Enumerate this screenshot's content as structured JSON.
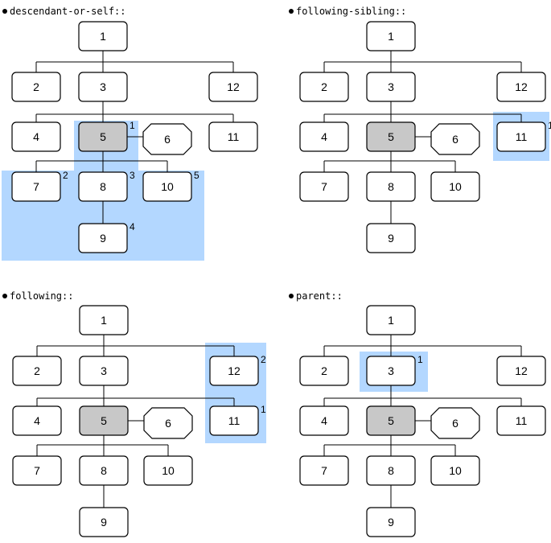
{
  "colors": {
    "highlight": "#b3d7ff",
    "context_node": "#c8c8c8",
    "node": "#ffffff",
    "stroke": "#000000"
  },
  "panels": [
    {
      "id": "descendant-or-self",
      "title": "descendant-or-self::",
      "highlights": [
        {
          "region": "panel1_region_a"
        },
        {
          "region": "panel1_region_b"
        }
      ],
      "nodes": [
        {
          "id": "1",
          "label": "1",
          "shape": "rect"
        },
        {
          "id": "2",
          "label": "2",
          "shape": "rect"
        },
        {
          "id": "3",
          "label": "3",
          "shape": "rect"
        },
        {
          "id": "12",
          "label": "12",
          "shape": "rect"
        },
        {
          "id": "4",
          "label": "4",
          "shape": "rect"
        },
        {
          "id": "5",
          "label": "5",
          "shape": "rect",
          "context": true,
          "index": "1"
        },
        {
          "id": "6",
          "label": "6",
          "shape": "oct"
        },
        {
          "id": "11",
          "label": "11",
          "shape": "rect"
        },
        {
          "id": "7",
          "label": "7",
          "shape": "rect",
          "index": "2"
        },
        {
          "id": "8",
          "label": "8",
          "shape": "rect",
          "index": "3"
        },
        {
          "id": "10",
          "label": "10",
          "shape": "rect",
          "index": "5"
        },
        {
          "id": "9",
          "label": "9",
          "shape": "rect",
          "index": "4"
        }
      ]
    },
    {
      "id": "following-sibling",
      "title": "following-sibling::",
      "highlights": [
        {
          "region": "node_11"
        }
      ],
      "nodes": [
        {
          "id": "1",
          "label": "1",
          "shape": "rect"
        },
        {
          "id": "2",
          "label": "2",
          "shape": "rect"
        },
        {
          "id": "3",
          "label": "3",
          "shape": "rect"
        },
        {
          "id": "12",
          "label": "12",
          "shape": "rect"
        },
        {
          "id": "4",
          "label": "4",
          "shape": "rect"
        },
        {
          "id": "5",
          "label": "5",
          "shape": "rect",
          "context": true
        },
        {
          "id": "6",
          "label": "6",
          "shape": "oct"
        },
        {
          "id": "11",
          "label": "11",
          "shape": "rect",
          "index": "1"
        },
        {
          "id": "7",
          "label": "7",
          "shape": "rect"
        },
        {
          "id": "8",
          "label": "8",
          "shape": "rect"
        },
        {
          "id": "10",
          "label": "10",
          "shape": "rect"
        },
        {
          "id": "9",
          "label": "9",
          "shape": "rect"
        }
      ]
    },
    {
      "id": "following",
      "title": "following::",
      "highlights": [
        {
          "region": "nodes_12_11"
        }
      ],
      "nodes": [
        {
          "id": "1",
          "label": "1",
          "shape": "rect"
        },
        {
          "id": "2",
          "label": "2",
          "shape": "rect"
        },
        {
          "id": "3",
          "label": "3",
          "shape": "rect"
        },
        {
          "id": "12",
          "label": "12",
          "shape": "rect",
          "index": "2"
        },
        {
          "id": "4",
          "label": "4",
          "shape": "rect"
        },
        {
          "id": "5",
          "label": "5",
          "shape": "rect",
          "context": true
        },
        {
          "id": "6",
          "label": "6",
          "shape": "oct"
        },
        {
          "id": "11",
          "label": "11",
          "shape": "rect",
          "index": "1"
        },
        {
          "id": "7",
          "label": "7",
          "shape": "rect"
        },
        {
          "id": "8",
          "label": "8",
          "shape": "rect"
        },
        {
          "id": "10",
          "label": "10",
          "shape": "rect"
        },
        {
          "id": "9",
          "label": "9",
          "shape": "rect"
        }
      ]
    },
    {
      "id": "parent",
      "title": "parent::",
      "highlights": [
        {
          "region": "node_3"
        }
      ],
      "nodes": [
        {
          "id": "1",
          "label": "1",
          "shape": "rect"
        },
        {
          "id": "2",
          "label": "2",
          "shape": "rect"
        },
        {
          "id": "3",
          "label": "3",
          "shape": "rect",
          "index": "1"
        },
        {
          "id": "12",
          "label": "12",
          "shape": "rect"
        },
        {
          "id": "4",
          "label": "4",
          "shape": "rect"
        },
        {
          "id": "5",
          "label": "5",
          "shape": "rect",
          "context": true
        },
        {
          "id": "6",
          "label": "6",
          "shape": "oct"
        },
        {
          "id": "11",
          "label": "11",
          "shape": "rect"
        },
        {
          "id": "7",
          "label": "7",
          "shape": "rect"
        },
        {
          "id": "8",
          "label": "8",
          "shape": "rect"
        },
        {
          "id": "10",
          "label": "10",
          "shape": "rect"
        },
        {
          "id": "9",
          "label": "9",
          "shape": "rect"
        }
      ]
    }
  ],
  "edges": [
    [
      "1",
      "2"
    ],
    [
      "1",
      "3"
    ],
    [
      "1",
      "12"
    ],
    [
      "3",
      "4"
    ],
    [
      "3",
      "5"
    ],
    [
      "3",
      "6"
    ],
    [
      "3",
      "11"
    ],
    [
      "5",
      "7"
    ],
    [
      "5",
      "8"
    ],
    [
      "5",
      "10"
    ],
    [
      "8",
      "9"
    ]
  ]
}
